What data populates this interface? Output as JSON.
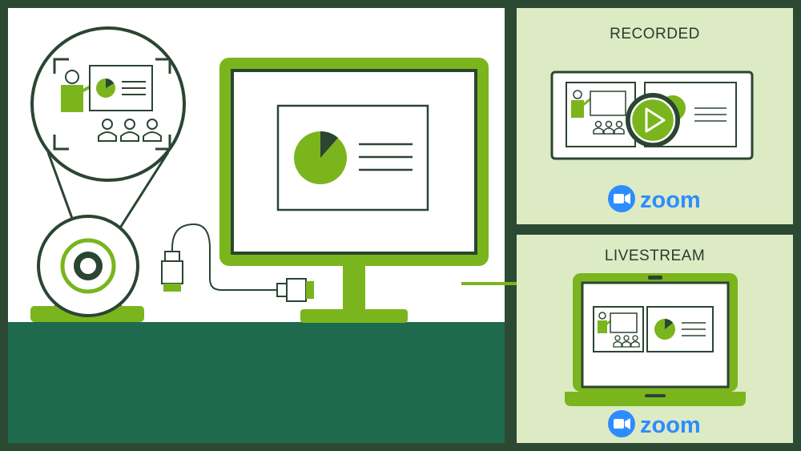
{
  "panels": {
    "recorded": {
      "title": "RECORDED",
      "brand": "zoom"
    },
    "livestream": {
      "title": "LIVESTREAM",
      "brand": "zoom"
    }
  },
  "colors": {
    "frame": "#2c4a33",
    "accent_green": "#7ab51d",
    "dark_green": "#2b4533",
    "floor": "#1f6a4f",
    "panel_bg": "#dcebc3",
    "zoom_blue": "#2d8cff"
  }
}
